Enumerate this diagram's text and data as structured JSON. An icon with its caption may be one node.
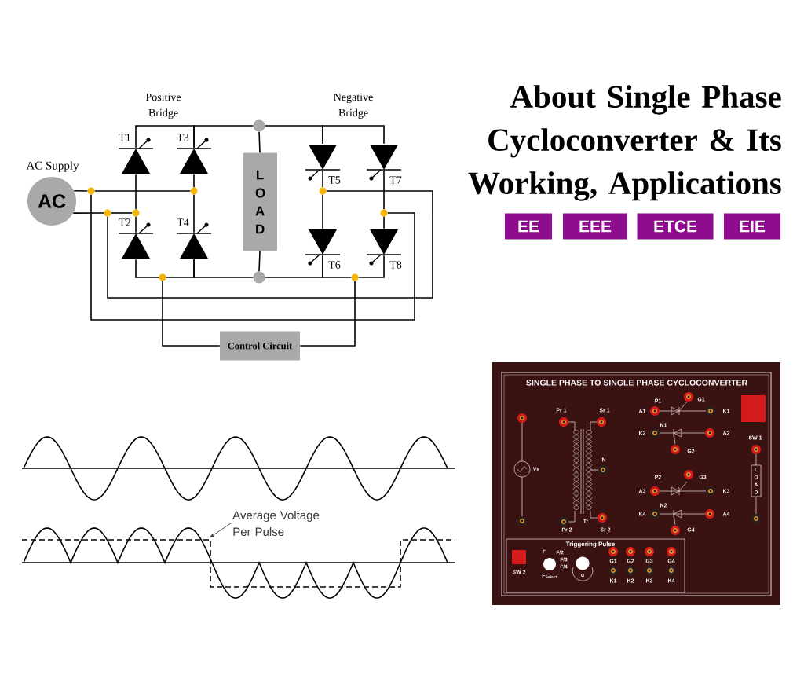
{
  "diagram": {
    "title": "About Single Phase Cycloconverter & Its Working, Applications",
    "nodes": [
      {
        "text": [
          "AC"
        ],
        "beside": [
          "AC Supply"
        ]
      },
      {
        "text": [],
        "shape": "thyristor",
        "beside": [
          "T1"
        ]
      },
      {
        "text": [],
        "shape": "thyristor",
        "beside": [
          "T2"
        ]
      },
      {
        "text": [],
        "shape": "thyristor",
        "beside": [
          "T3"
        ]
      },
      {
        "text": [],
        "shape": "thyristor",
        "beside": [
          "T4"
        ]
      },
      {
        "text": [],
        "shape": "thyristor",
        "beside": [
          "T5"
        ]
      },
      {
        "text": [],
        "shape": "thyristor",
        "beside": [
          "T6"
        ]
      },
      {
        "text": [],
        "shape": "thyristor",
        "beside": [
          "T7"
        ]
      },
      {
        "text": [],
        "shape": "thyristor",
        "beside": [
          "T8"
        ]
      },
      {
        "text": [
          "L O A D"
        ]
      },
      {
        "text": [
          "Control Circuit"
        ]
      },
      {
        "text": [],
        "shape": "circle"
      },
      {
        "text": [],
        "shape": "circle"
      },
      {
        "text": [],
        "shape": "circle"
      },
      {
        "text": [],
        "shape": "circle"
      },
      {
        "text": [],
        "shape": "circle"
      },
      {
        "text": [],
        "shape": "circle"
      },
      {
        "text": [],
        "shape": "circle"
      },
      {
        "text": [],
        "shape": "circle"
      },
      {
        "text": [],
        "shape": "circle"
      },
      {
        "text": [],
        "shape": "circle"
      },
      {
        "text": [
          "Average Voltage Per Pulse"
        ]
      },
      {
        "text": [
          "EE"
        ]
      },
      {
        "text": [
          "EEE"
        ]
      },
      {
        "text": [
          "ETCE"
        ]
      },
      {
        "text": [
          "EIE"
        ]
      }
    ],
    "edges": [
      {
        "from": 1,
        "to": 3,
        "arrow": "none"
      },
      {
        "from": 3,
        "to": 16,
        "arrow": "none"
      },
      {
        "from": 16,
        "to": 5,
        "arrow": "none"
      },
      {
        "from": 5,
        "to": 7,
        "arrow": "none"
      },
      {
        "from": 16,
        "to": 9,
        "arrow": "none"
      },
      {
        "from": 2,
        "to": 14,
        "arrow": "none"
      },
      {
        "from": 14,
        "to": 4,
        "arrow": "none"
      },
      {
        "from": 4,
        "to": 17,
        "arrow": "none"
      },
      {
        "from": 9,
        "to": 17,
        "arrow": "none"
      },
      {
        "from": 17,
        "to": 6,
        "arrow": "none"
      },
      {
        "from": 6,
        "to": 19,
        "arrow": "none"
      },
      {
        "from": 19,
        "to": 8,
        "arrow": "none"
      },
      {
        "from": 1,
        "to": 13,
        "arrow": "none"
      },
      {
        "from": 13,
        "to": 2,
        "arrow": "none"
      },
      {
        "from": 3,
        "to": 15,
        "arrow": "none"
      },
      {
        "from": 15,
        "to": 4,
        "arrow": "none"
      },
      {
        "from": 5,
        "to": 18,
        "arrow": "none"
      },
      {
        "from": 18,
        "to": 6,
        "arrow": "none"
      },
      {
        "from": 7,
        "to": 20,
        "arrow": "none"
      },
      {
        "from": 20,
        "to": 8,
        "arrow": "none"
      },
      {
        "from": 0,
        "to": 11,
        "arrow": "none"
      },
      {
        "from": 11,
        "to": 15,
        "arrow": "none"
      },
      {
        "from": 0,
        "to": 12,
        "arrow": "none"
      },
      {
        "from": 12,
        "to": 13,
        "arrow": "none"
      },
      {
        "from": 11,
        "to": 20,
        "arrow": "none"
      },
      {
        "from": 12,
        "to": 18,
        "arrow": "none"
      },
      {
        "from": 14,
        "to": 10,
        "arrow": "none"
      },
      {
        "from": 10,
        "to": 19,
        "arrow": "none"
      },
      {
        "from": 21,
        "to": null,
        "arrow": "to"
      }
    ],
    "labels": [
      "Positive Bridge",
      "Negative Bridge",
      "SINGLE PHASE TO SINGLE PHASE CYCLOCONVERTER",
      "Pr 1",
      "Sr 1",
      "P1",
      "G1",
      "A1",
      "K1",
      "N1",
      "K2",
      "A2",
      "SW 1",
      "G2",
      "N",
      "Vs",
      "L O A D",
      "P2",
      "G3",
      "A3",
      "K3",
      "N2",
      "K4",
      "A4",
      "Tr",
      "Pr 2",
      "Sr 2",
      "G4",
      "Triggering Pulse",
      "F",
      "F/2",
      "F/3",
      "F/4",
      "G1",
      "G2",
      "G3",
      "G4",
      "SW 2",
      "F$_{Select}$",
      "α",
      "K1",
      "K2",
      "K3",
      "K4"
    ]
  }
}
